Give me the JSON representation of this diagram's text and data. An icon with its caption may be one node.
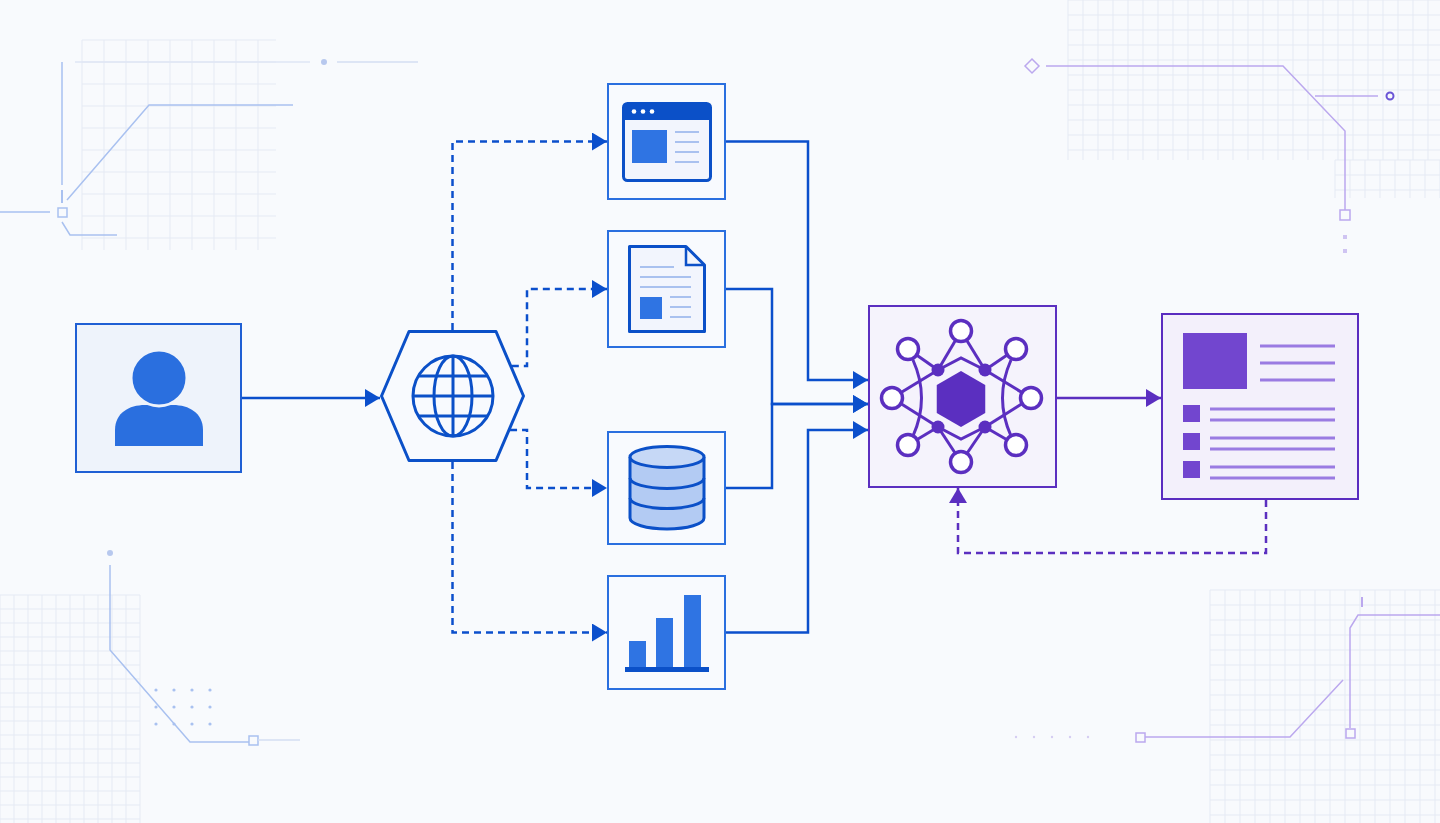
{
  "diagram": {
    "nodes": [
      {
        "text": [],
        "shape": "box"
      },
      {
        "text": [],
        "shape": "hexagon"
      },
      {
        "text": [],
        "shape": "box"
      },
      {
        "text": [],
        "shape": "box"
      },
      {
        "text": [],
        "shape": "box"
      },
      {
        "text": [],
        "shape": "box"
      },
      {
        "text": [],
        "shape": "box"
      },
      {
        "text": [],
        "shape": "box"
      }
    ],
    "edges": [
      {
        "from": 0,
        "to": 1,
        "arrow": "to"
      },
      {
        "from": 1,
        "to": 2,
        "arrow": "to",
        "style": "dashed"
      },
      {
        "from": 1,
        "to": 3,
        "arrow": "to",
        "style": "dashed"
      },
      {
        "from": 1,
        "to": 4,
        "arrow": "to",
        "style": "dashed"
      },
      {
        "from": 1,
        "to": 5,
        "arrow": "to",
        "style": "dashed"
      },
      {
        "from": 2,
        "to": 6,
        "arrow": "to"
      },
      {
        "from": 3,
        "to": 6,
        "arrow": "to"
      },
      {
        "from": 4,
        "to": 6,
        "arrow": "to"
      },
      {
        "from": 5,
        "to": 6,
        "arrow": "to"
      },
      {
        "from": 6,
        "to": 7,
        "arrow": "to",
        "color": "#5b2fc0"
      },
      {
        "from": 7,
        "to": 6,
        "arrow": "to",
        "style": "dashed",
        "color": "#5b2fc0"
      }
    ]
  }
}
